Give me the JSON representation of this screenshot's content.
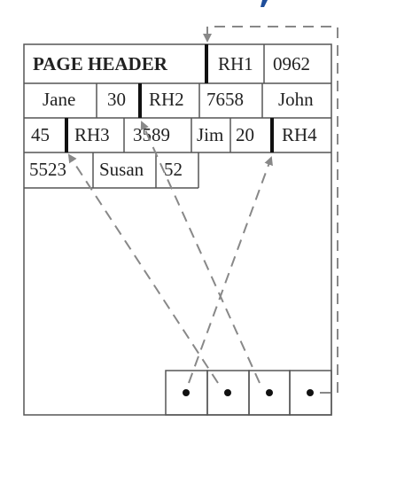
{
  "header_label": "PAGE HEADER",
  "rows": [
    [
      {
        "id": "page-header-cell",
        "text": "PAGE HEADER"
      },
      {
        "id": "rh1-cell",
        "text": "RH1"
      },
      {
        "id": "value-0962-cell",
        "text": "0962"
      }
    ],
    [
      {
        "id": "name-jane-cell",
        "text": "Jane"
      },
      {
        "id": "age-30-cell",
        "text": "30"
      },
      {
        "id": "rh2-cell",
        "text": "RH2"
      },
      {
        "id": "value-7658-cell",
        "text": "7658"
      },
      {
        "id": "name-john-cell",
        "text": "John"
      }
    ],
    [
      {
        "id": "age-45-cell",
        "text": "45"
      },
      {
        "id": "rh3-cell",
        "text": "RH3"
      },
      {
        "id": "value-3589-cell",
        "text": "3589"
      },
      {
        "id": "name-jim-cell",
        "text": "Jim"
      },
      {
        "id": "age-20-cell",
        "text": "20"
      },
      {
        "id": "rh4-cell",
        "text": "RH4"
      }
    ],
    [
      {
        "id": "value-5523-cell",
        "text": "5523"
      },
      {
        "id": "name-susan-cell",
        "text": "Susan"
      },
      {
        "id": "age-52-cell",
        "text": "52"
      }
    ]
  ],
  "slot_count": 4,
  "colors": {
    "border": "#555555",
    "text": "#222222",
    "dashed_arrow": "#888888",
    "record_marker": "#111111",
    "title_accent": "#1f4e9a"
  }
}
